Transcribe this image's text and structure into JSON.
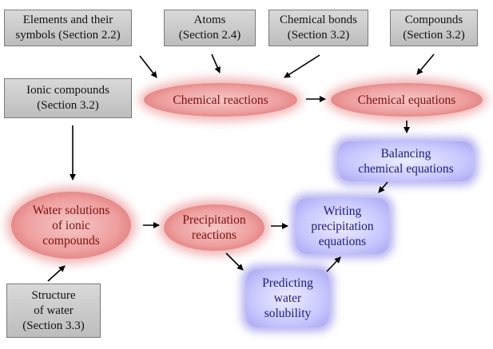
{
  "boxes": {
    "elements": [
      "Elements and their",
      "symbols (Section 2.2)"
    ],
    "atoms": [
      "Atoms",
      "(Section 2.4)"
    ],
    "bonds": [
      "Chemical bonds",
      "(Section 3.2)"
    ],
    "compounds": [
      "Compounds",
      "(Section 3.2)"
    ],
    "ionic": [
      "Ionic compounds",
      "(Section 3.2)"
    ],
    "structure": [
      "Structure",
      "of water",
      "(Section 3.3)"
    ]
  },
  "ovals": {
    "chem_reactions": [
      "Chemical reactions"
    ],
    "chem_equations": [
      "Chemical equations"
    ],
    "water_solutions": [
      "Water solutions",
      "of ionic",
      "compounds"
    ],
    "precipitation": [
      "Precipitation",
      "reactions"
    ]
  },
  "rboxes": {
    "balancing": [
      "Balancing",
      "chemical equations"
    ],
    "writing": [
      "Writing",
      "precipitation",
      "equations"
    ],
    "predicting": [
      "Predicting",
      "water",
      "solubility"
    ]
  },
  "colors": {
    "box_fill": "#c8c8c8",
    "oval_fill": "#ee9f9f",
    "oval_text": "#7a1010",
    "rbox_fill": "#c9c8ff",
    "rbox_text": "#1a1a7a",
    "arrow": "#000000"
  }
}
